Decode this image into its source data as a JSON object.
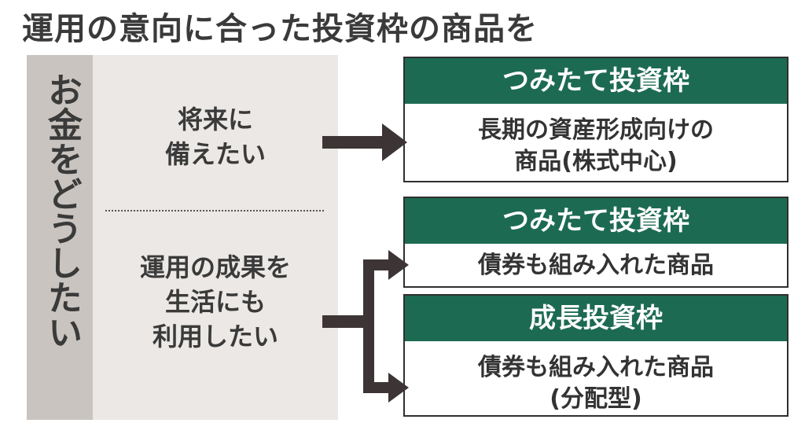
{
  "title": "運用の意向に合った投資枠の商品を",
  "side_label": "お金をどうしたい",
  "wishes": [
    {
      "text": "将来に\n備えたい"
    },
    {
      "text": "運用の成果を\n生活にも\n利用したい"
    }
  ],
  "products": [
    {
      "header": "つみたて投資枠",
      "body": "長期の資産形成向けの\n商品(株式中心)"
    },
    {
      "header": "つみたて投資枠",
      "body": "債券も組み入れた商品"
    },
    {
      "header": "成長投資枠",
      "body": "債券も組み入れた商品\n(分配型)"
    }
  ],
  "colors": {
    "header_green": "#1d6a52",
    "arrow": "#3d3535",
    "side_bar": "#c9c4bf",
    "panel": "#ebe8e5"
  }
}
